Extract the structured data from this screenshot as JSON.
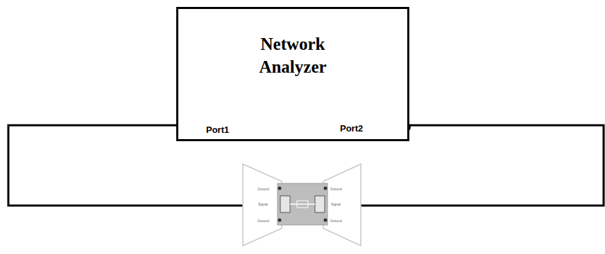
{
  "diagram": {
    "nodes": [
      {
        "text": [
          "Network Analyzer"
        ]
      }
    ],
    "labels": [
      "Port1",
      "Port2",
      "Ground",
      "Signal",
      "Ground",
      "Ground",
      "Signal",
      "Ground"
    ]
  }
}
